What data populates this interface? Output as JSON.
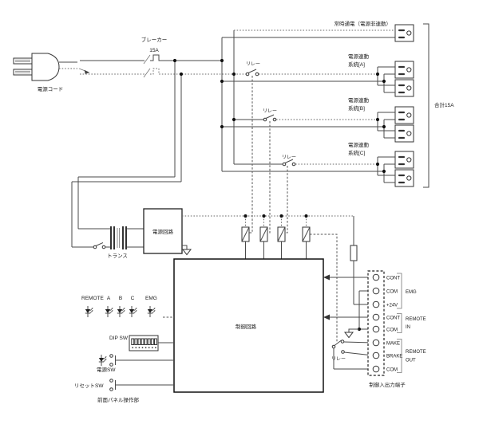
{
  "labels": {
    "always_on": "常時通電（電源非連動）",
    "power_linked": "電源連動",
    "system_a": "系統[A]",
    "system_b": "系統[B]",
    "system_c": "系統[C]",
    "total": "合計15A",
    "breaker": "ブレーカー",
    "breaker_rating": "15A",
    "power_cord": "電源コード",
    "relay": "リレー",
    "transformer": "トランス",
    "power_circuit": "電源回路",
    "control_circuit": "制御回路",
    "front_panel": "前面パネル操作部",
    "io_terminal": "制御入出力端子",
    "dip_sw": "DIP SW",
    "power_sw": "電源SW",
    "reset_sw": "リセットSW",
    "remote": "REMOTE",
    "ch_a": "A",
    "ch_b": "B",
    "ch_c": "C",
    "emg": "EMG",
    "t_cont": "CONT",
    "t_com": "COM",
    "t_24v": "+24V",
    "t_make": "MAKE",
    "t_brake": "BRAKE",
    "grp_emg": "EMG",
    "grp_remote": "REMOTE",
    "grp_in": "IN",
    "grp_out": "OUT"
  }
}
